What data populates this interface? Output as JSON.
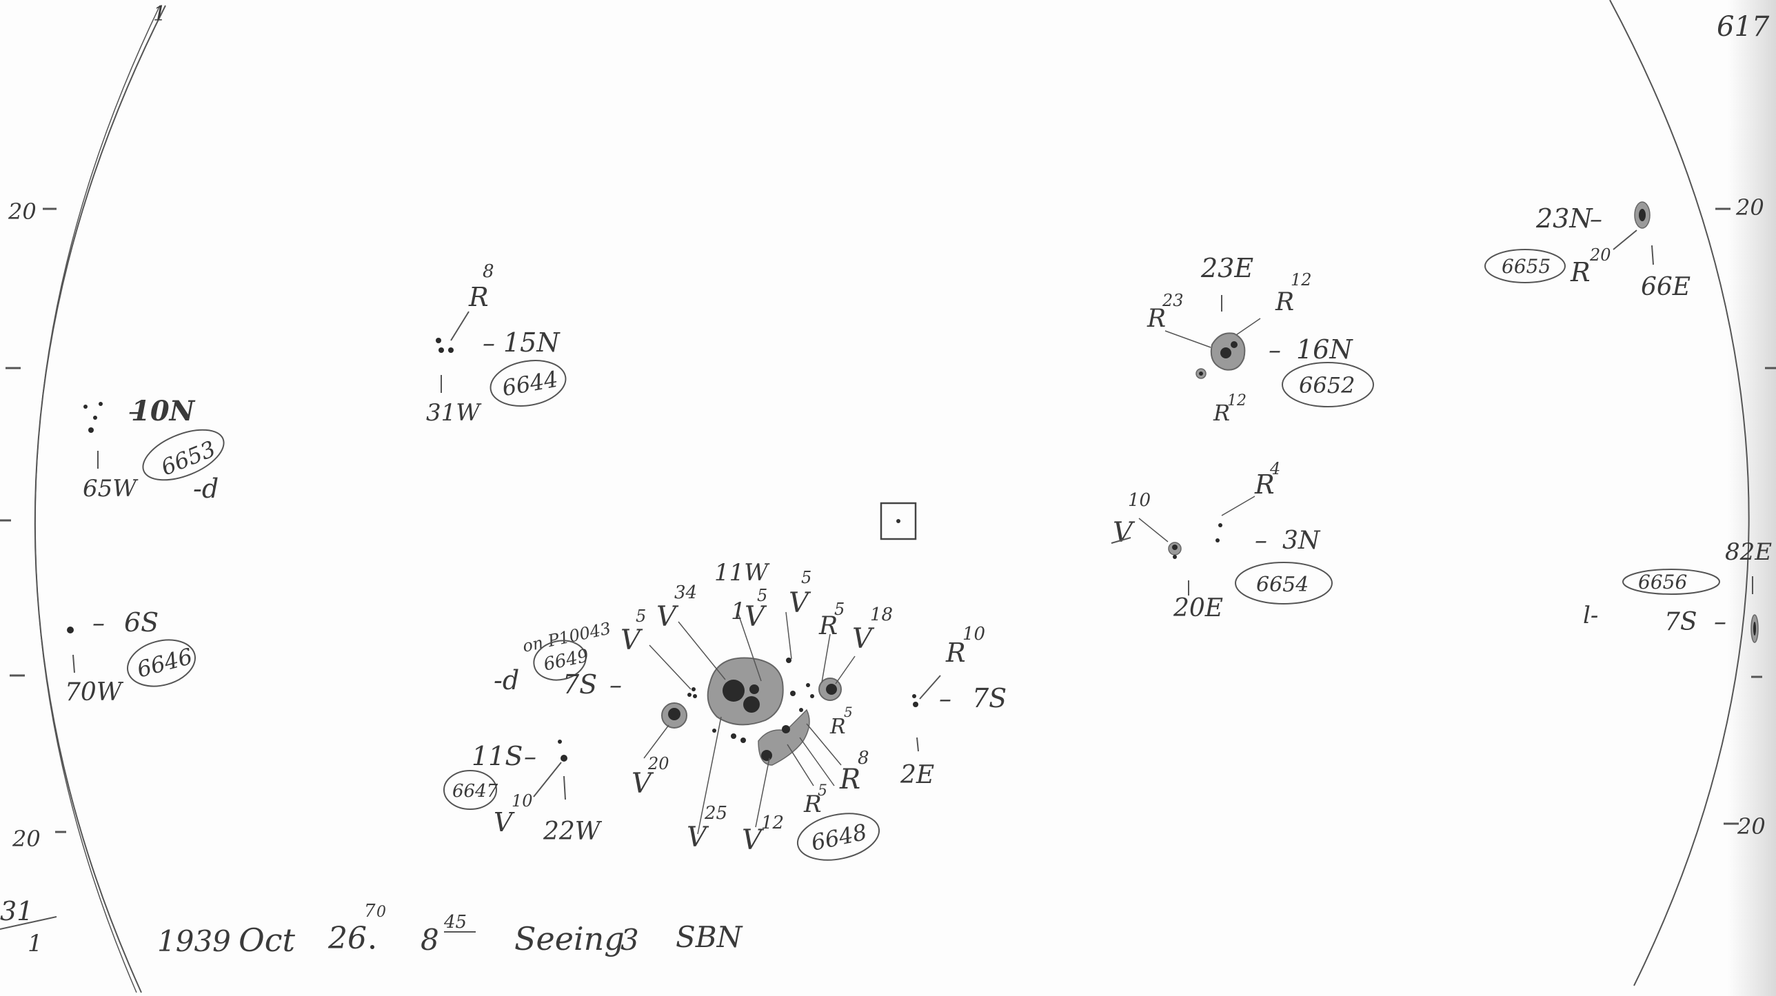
{
  "page_number": "617",
  "limb_marks": {
    "left_top": "20",
    "left_bottom": "20",
    "right_top": "20",
    "right_bottom": "20",
    "left_top_corner": "1",
    "fraction_numerator": "31",
    "fraction_denominator": "1"
  },
  "footer": {
    "date": "1939",
    "month": "Oct",
    "day": "26",
    "day_sup": "7",
    "day_suffix": "0",
    "time": "8",
    "time_sup": "45",
    "seeing_label": "Seeing",
    "seeing_value": "3",
    "observer": "SBN"
  },
  "groups": [
    {
      "id": "6653",
      "lat": "10N",
      "lon": "65W",
      "note": "-d"
    },
    {
      "id": "6644",
      "lat": "15N",
      "lon": "31W",
      "class": "R",
      "class_sup": "8"
    },
    {
      "id": "6646",
      "lat": "6S",
      "lon": "70W"
    },
    {
      "id": "6649",
      "lat": "7S",
      "note": "-d",
      "note2": "on P10043"
    },
    {
      "id": "6647",
      "lat": "11S",
      "lon": "22W",
      "class": "V",
      "class_sup": "10"
    },
    {
      "id": "6648",
      "lat": "11W",
      "labels": [
        {
          "cls": "V",
          "sup": "5"
        },
        {
          "cls": "V",
          "sup": "34"
        },
        {
          "cls": "V",
          "sup": "5"
        },
        {
          "cls": "V",
          "sup": "5"
        },
        {
          "cls": "R",
          "sup": "5"
        },
        {
          "cls": "V",
          "sup": "18"
        },
        {
          "cls": "V",
          "sup": "20"
        },
        {
          "cls": "V",
          "sup": "25"
        },
        {
          "cls": "V",
          "sup": "12"
        },
        {
          "cls": "R",
          "sup": "5"
        },
        {
          "cls": "R",
          "sup": "5"
        },
        {
          "cls": "R",
          "sup": "8"
        }
      ]
    },
    {
      "id": "6648b",
      "lat": "7S",
      "lon": "2E",
      "class": "R",
      "class_sup": "10"
    },
    {
      "id": "6652",
      "lat": "16N",
      "lon": "23E",
      "labels": [
        {
          "cls": "R",
          "sup": "23"
        },
        {
          "cls": "R",
          "sup": "12"
        },
        {
          "cls": "R",
          "sup": "12"
        }
      ]
    },
    {
      "id": "6654",
      "lat": "3N",
      "lon": "20E",
      "labels": [
        {
          "cls": "V",
          "sup": "10"
        },
        {
          "cls": "R",
          "sup": "4"
        }
      ]
    },
    {
      "id": "6655",
      "lat": "23N",
      "lon": "66E",
      "class": "R",
      "class_sup": "20"
    },
    {
      "id": "6656",
      "lat": "7S",
      "lon": "82E",
      "note": "l-"
    }
  ]
}
